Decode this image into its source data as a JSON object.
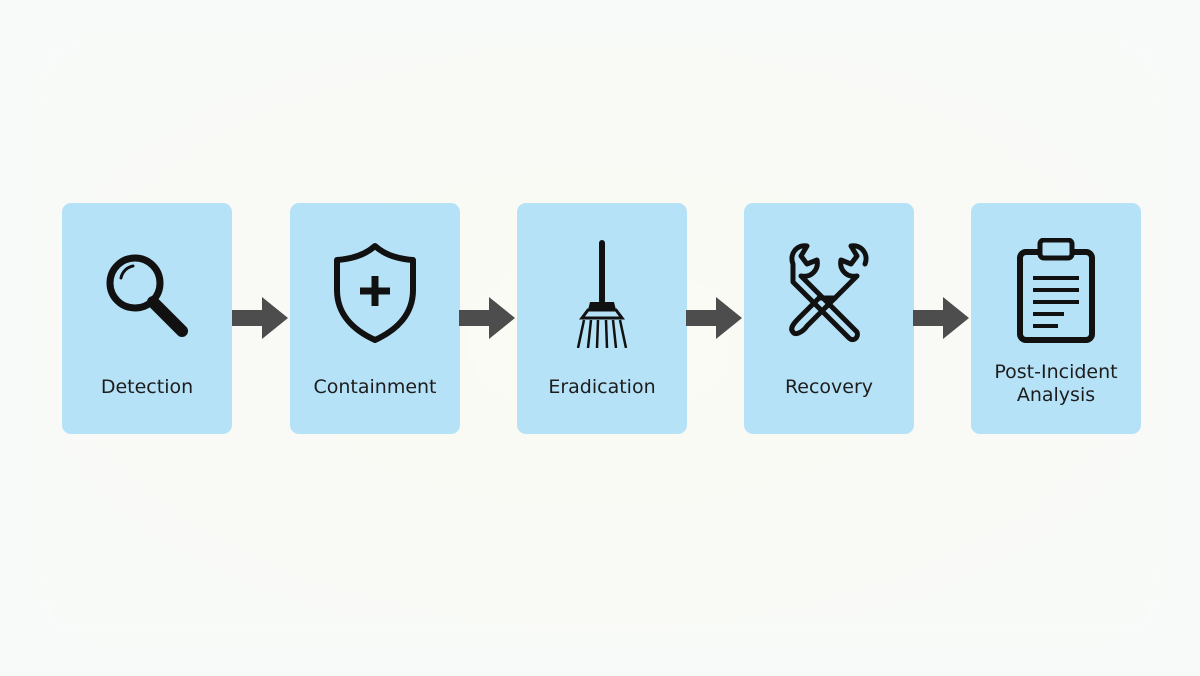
{
  "steps": [
    {
      "label": "Detection",
      "icon": "magnifying-glass-icon"
    },
    {
      "label": "Containment",
      "icon": "shield-plus-icon"
    },
    {
      "label": "Eradication",
      "icon": "broom-icon"
    },
    {
      "label": "Recovery",
      "icon": "wrench-screwdriver-icon"
    },
    {
      "label_line1": "Post-Incident",
      "label_line2": "Analysis",
      "icon": "clipboard-icon"
    }
  ],
  "colors": {
    "box": "#b6e2f7",
    "arrow": "#4d4d4d",
    "icon": "#111111"
  }
}
